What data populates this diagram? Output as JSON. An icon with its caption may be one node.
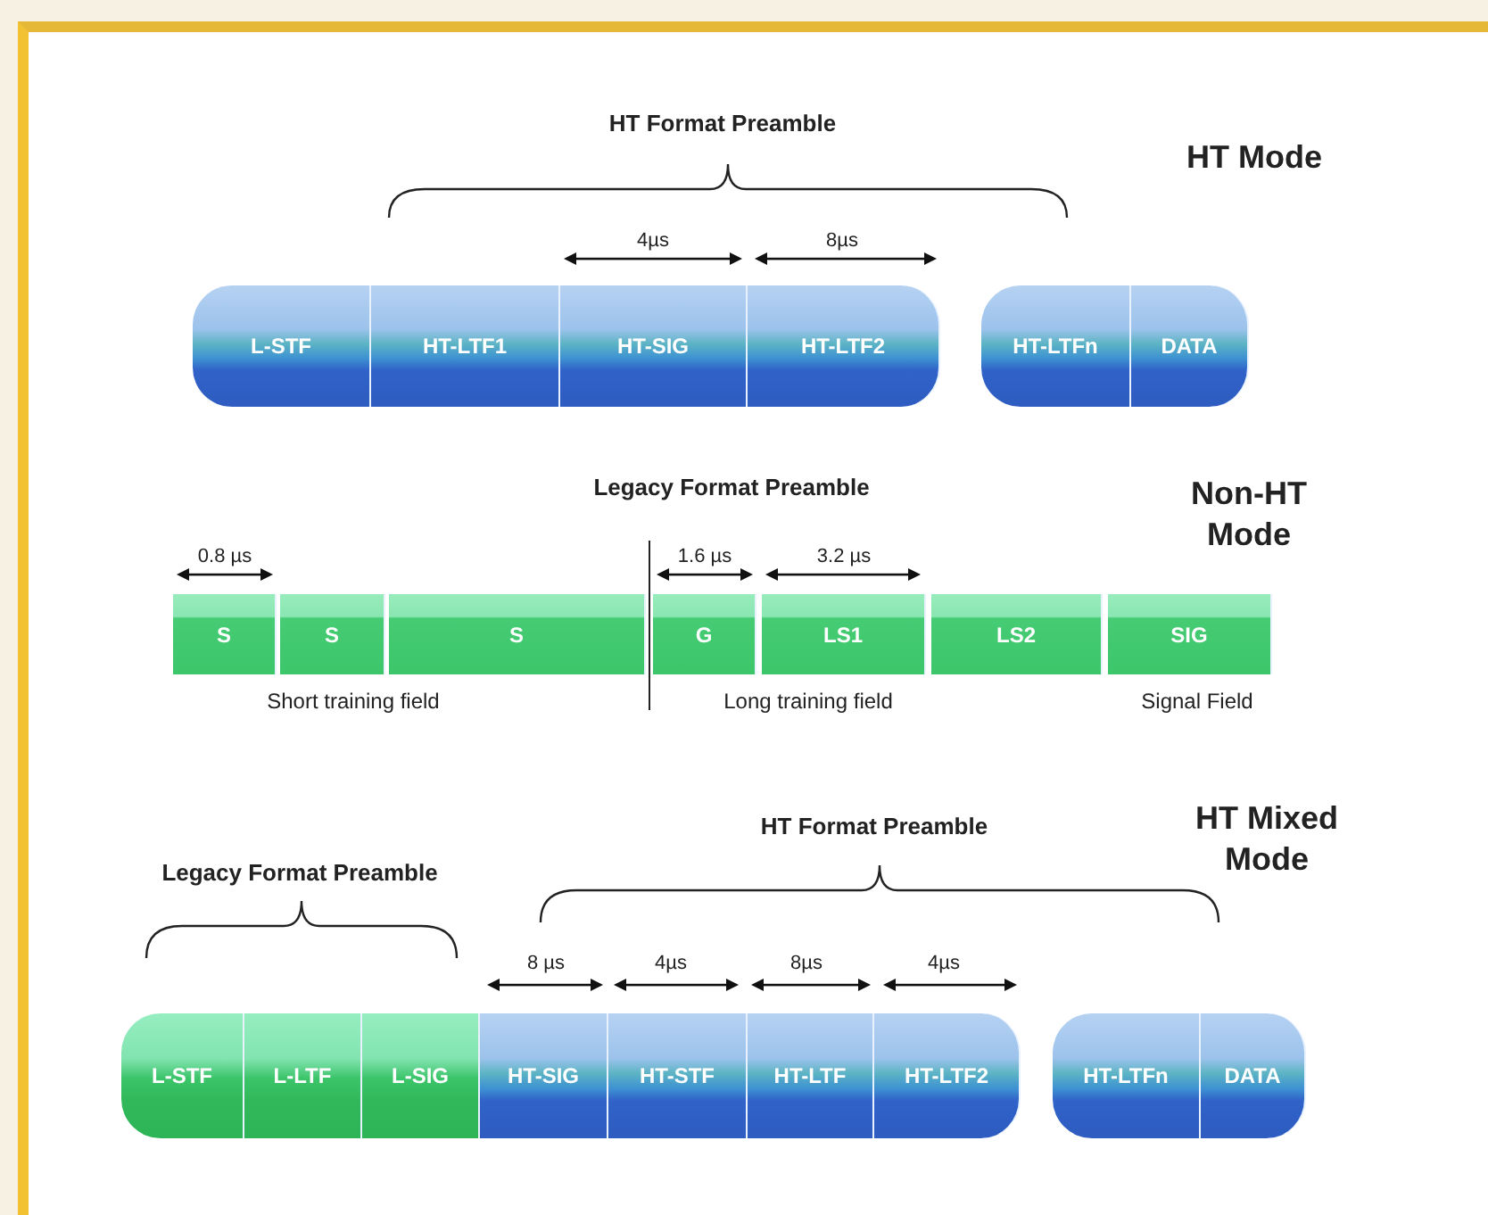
{
  "diagram": {
    "nodes": [
      {
        "text": [
          "L-STF"
        ]
      },
      {
        "text": [
          "HT-LTF1"
        ]
      },
      {
        "text": [
          "HT-SIG"
        ]
      },
      {
        "text": [
          "HT-LTF2"
        ]
      },
      {
        "text": [
          "HT-LTFn"
        ]
      },
      {
        "text": [
          "DATA"
        ]
      },
      {
        "text": [
          "S"
        ]
      },
      {
        "text": [
          "S"
        ]
      },
      {
        "text": [
          "S"
        ]
      },
      {
        "text": [
          "G"
        ]
      },
      {
        "text": [
          "LS1"
        ]
      },
      {
        "text": [
          "LS2"
        ]
      },
      {
        "text": [
          "SIG"
        ]
      },
      {
        "text": [
          "L-STF"
        ]
      },
      {
        "text": [
          "L-LTF"
        ]
      },
      {
        "text": [
          "L-SIG"
        ]
      },
      {
        "text": [
          "HT-SIG"
        ]
      },
      {
        "text": [
          "HT-STF"
        ]
      },
      {
        "text": [
          "HT-LTF"
        ]
      },
      {
        "text": [
          "HT-LTF2"
        ]
      },
      {
        "text": [
          "HT-LTFn"
        ]
      },
      {
        "text": [
          "DATA"
        ]
      }
    ],
    "labels": [
      "HT Format Preamble",
      "HT Mode",
      "4µs",
      "8µs",
      "Legacy Format Preamble",
      "Non-HT Mode",
      "0.8 µs",
      "1.6 µs",
      "3.2 µs",
      "Short training field",
      "Long training field",
      "Signal Field",
      "HT Format Preamble",
      "HT Mixed Mode",
      "Legacy Format Preamble",
      "8 µs",
      "4µs",
      "8µs",
      "4µs"
    ]
  }
}
